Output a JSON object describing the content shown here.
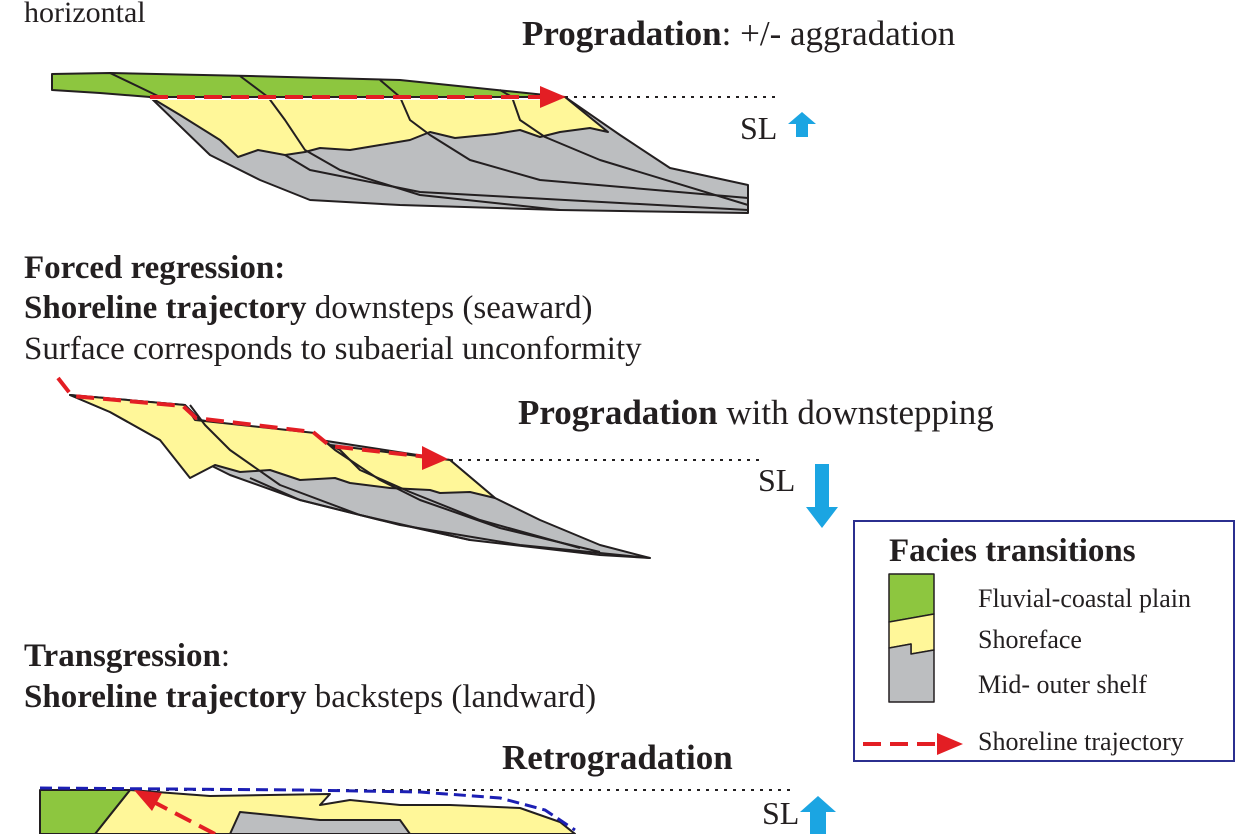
{
  "top_note": "horizontal",
  "panels": {
    "aggradation": {
      "caption_bold": "Progradation",
      "caption_rest": ": +/- aggradation",
      "sea_level_label": "SL"
    },
    "forced_regression": {
      "heading": "Forced regression:",
      "line1_bold": "Shoreline trajectory",
      "line1_rest": " downsteps (seaward)",
      "line2": "Surface corresponds to subaerial unconformity",
      "caption_bold": "Progradation",
      "caption_rest": " with downstepping",
      "sea_level_label": "SL"
    },
    "transgression": {
      "heading_bold": "Transgression",
      "heading_rest": ":",
      "line1_bold": "Shoreline trajectory",
      "line1_rest": " backsteps (landward)",
      "caption": "Retrogradation",
      "sea_level_label": "SL"
    }
  },
  "legend": {
    "title": "Facies transitions",
    "items": [
      {
        "label": "Fluvial-coastal plain",
        "color": "#8dc63f"
      },
      {
        "label": "Shoreface",
        "color": "#fff799"
      },
      {
        "label": "Mid- outer shelf",
        "color": "#bcbec0"
      },
      {
        "label": "Shoreline trajectory",
        "color": "#e31e24"
      }
    ]
  },
  "colors": {
    "sea_level_arrow": "#1ba5e2",
    "trajectory": "#e31e24",
    "legend_border": "#2b2f8f",
    "outline": "#231f20"
  }
}
